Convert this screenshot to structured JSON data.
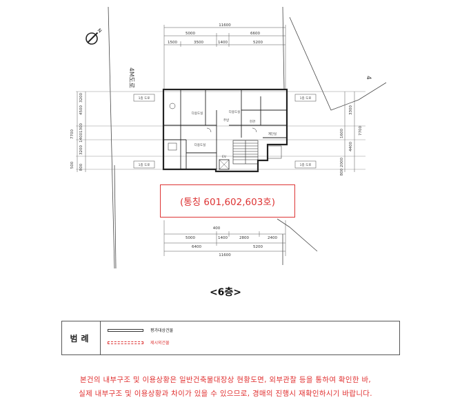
{
  "drawing": {
    "road_label": "4M도로",
    "top_dims": {
      "total": "11600",
      "row1": [
        "5000",
        "6600"
      ],
      "row2": [
        "1500",
        "3500",
        "1400",
        "5200"
      ]
    },
    "bottom_dims": {
      "row1": [
        "5000",
        "1400",
        "2800",
        "2400"
      ],
      "row2": [
        "6400",
        "5200"
      ],
      "total": "11600",
      "small": "400"
    },
    "left_dims": [
      "7700",
      "4500",
      "3200",
      "3200",
      "1400",
      "1300",
      "500",
      "800"
    ],
    "right_dims": [
      "3300",
      "7700",
      "1600",
      "4400",
      "2000",
      "800"
    ],
    "rooms": [
      "다용도실",
      "다용도실",
      "다용도실",
      "현관",
      "주방",
      "계단실",
      "EV"
    ],
    "side_tags": [
      "1층 도로",
      "1층 도로",
      "1층 도로",
      "1층 도로"
    ]
  },
  "unit_label": "(통칭 601,602,603호)",
  "floor_title": "<6층>",
  "legend": {
    "title": "범례",
    "items": [
      {
        "label": "평가대상건물",
        "style": "solid",
        "color": "#333333"
      },
      {
        "label": "제시외건물",
        "style": "dashed",
        "color": "#dd3333"
      }
    ]
  },
  "notice": {
    "line1": "본건의 내부구조 및 이용상황은 일반건축물대장상 현황도면, 외부관찰 등을 통하여 확인한 바,",
    "line2": "실제 내부구조 및 이용상황과 차이가 있을 수 있으므로, 경매의 진행시 재확인하시기 바랍니다.",
    "color": "#e03030"
  }
}
